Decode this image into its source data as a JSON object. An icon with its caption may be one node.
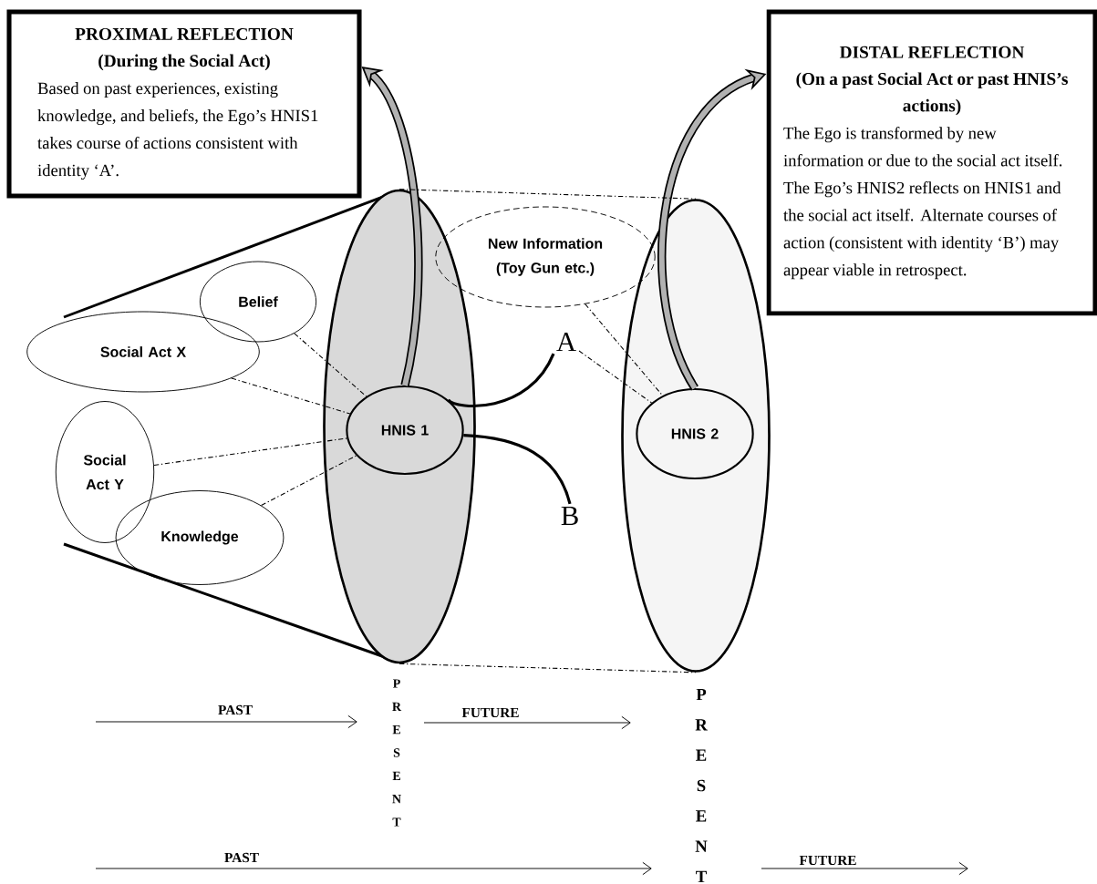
{
  "diagram": {
    "nodes": [
      {
        "text": [
          "PROXIMAL REFLECTION",
          "(During the Social Act)",
          "Based on past experiences, existing knowledge, and beliefs, the Ego’s HNIS1 takes course of actions consistent with identity ‘A’."
        ]
      },
      {
        "text": [
          "DISTAL REFLECTION",
          "(On a past Social Act or past HNIS’s actions)",
          "The Ego is transformed by new information or due to the social act itself. The Ego’s HNIS2 reflects on HNIS1 and the social act itself. Alternate courses of action (consistent with identity ‘B’) may appear viable in retrospect."
        ]
      },
      {
        "text": [],
        "shape": "ellipse"
      },
      {
        "text": [
          "HNIS 1"
        ],
        "in": 2
      },
      {
        "text": [],
        "shape": "ellipse"
      },
      {
        "text": [
          "HNIS 2"
        ],
        "in": 4
      },
      {
        "text": [
          "Belief"
        ]
      },
      {
        "text": [
          "Social Act X"
        ]
      },
      {
        "text": [
          "Social Act Y"
        ]
      },
      {
        "text": [
          "Knowledge"
        ]
      },
      {
        "text": [
          "New Information (Toy Gun etc.)"
        ]
      },
      {
        "text": [
          "A"
        ]
      },
      {
        "text": [
          "B"
        ]
      }
    ],
    "edges": [
      {
        "from": 3,
        "to": 0,
        "arrow": "to",
        "style": "thick"
      },
      {
        "from": 5,
        "to": 1,
        "arrow": "to",
        "style": "thick"
      },
      {
        "from": 6,
        "to": 3,
        "arrow": "none",
        "style": "dashed"
      },
      {
        "from": 7,
        "to": 3,
        "arrow": "none",
        "style": "dashed"
      },
      {
        "from": 8,
        "to": 3,
        "arrow": "none",
        "style": "dashed"
      },
      {
        "from": 9,
        "to": 3,
        "arrow": "none",
        "style": "dashed"
      },
      {
        "from": 3,
        "to": 11,
        "arrow": "none",
        "style": "thick"
      },
      {
        "from": 3,
        "to": 12,
        "arrow": "none",
        "style": "thick"
      },
      {
        "from": 11,
        "to": 5,
        "arrow": "none",
        "style": "dashed"
      },
      {
        "from": 10,
        "to": 5,
        "arrow": "none",
        "style": "dashed"
      },
      {
        "from": 2,
        "to": 4,
        "arrow": "none",
        "style": "dashed"
      },
      {
        "from": 2,
        "to": 4,
        "arrow": "none",
        "style": "dashed"
      }
    ],
    "labels": [
      "PAST",
      "P R E S E N T",
      "FUTURE",
      "P R E S E N T",
      "PAST",
      "FUTURE"
    ]
  }
}
